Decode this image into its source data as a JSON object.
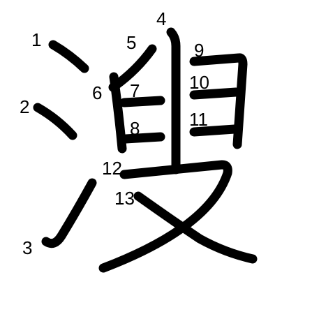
{
  "diagram": {
    "character": "溲",
    "ink_color": "#000000",
    "background_color": "#ffffff",
    "stroke_numbers": [
      "1",
      "2",
      "3",
      "4",
      "5",
      "6",
      "7",
      "8",
      "9",
      "10",
      "11",
      "12",
      "13"
    ]
  }
}
